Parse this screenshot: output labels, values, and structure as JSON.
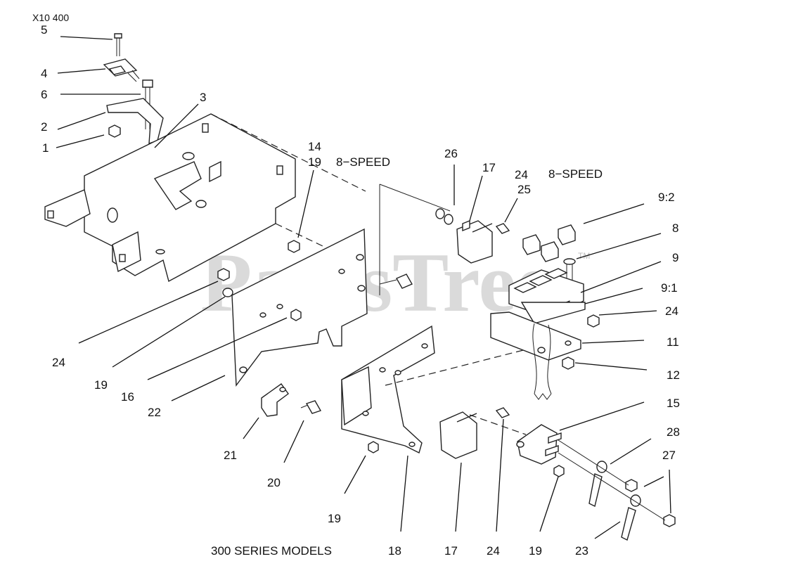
{
  "diagram": {
    "footer_title": "300 SERIES MODELS",
    "note_left": "8−SPEED",
    "note_right": "8−SPEED",
    "corner_text": "X10 400",
    "watermark": "PartsTree",
    "watermark_tm": "TM",
    "callouts": [
      "5",
      "4",
      "6",
      "3",
      "2",
      "1",
      "14",
      "19",
      "26",
      "17",
      "24",
      "25",
      "9:2",
      "8",
      "9",
      "9:1",
      "24",
      "11",
      "12",
      "15",
      "28",
      "27",
      "24",
      "19",
      "16",
      "22",
      "21",
      "20",
      "19",
      "18",
      "17",
      "24",
      "19",
      "23"
    ]
  }
}
